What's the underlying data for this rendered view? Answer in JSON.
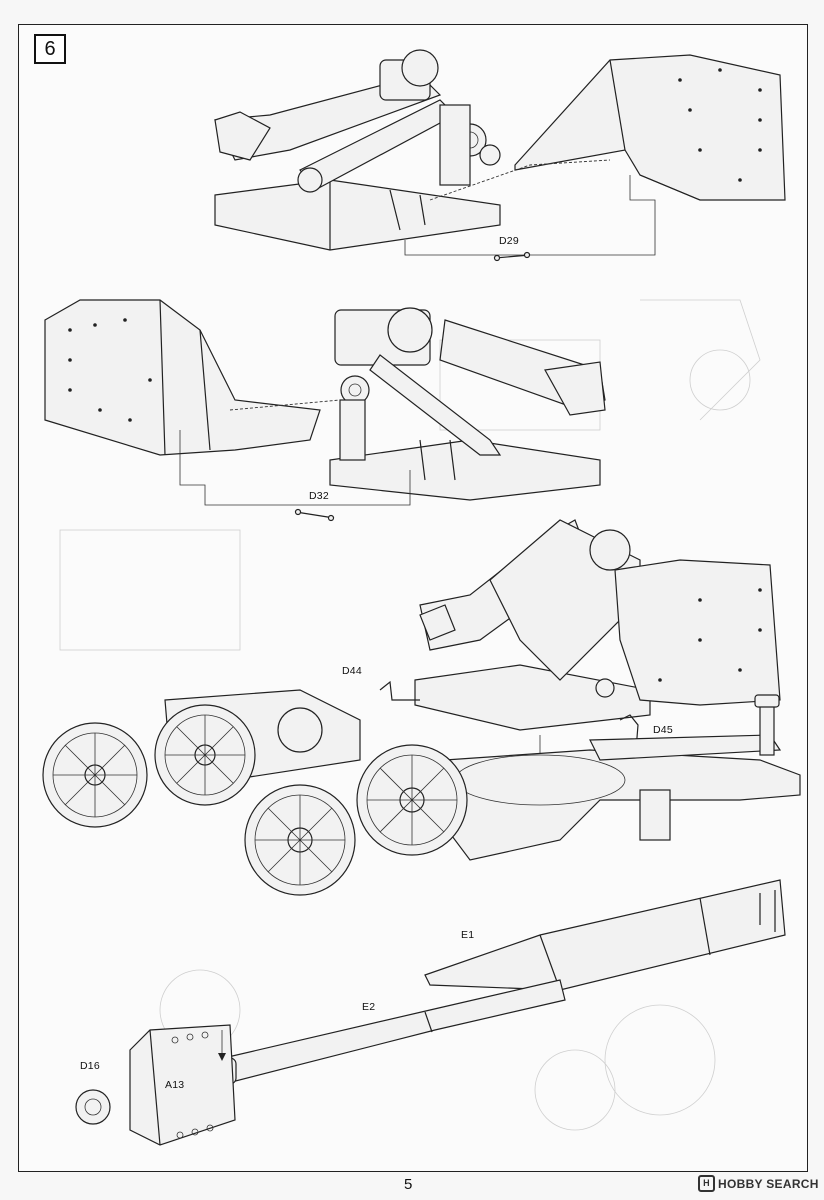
{
  "page": {
    "step_number": "6",
    "page_number": "5",
    "watermark_text": "HOBBY SEARCH",
    "watermark_mark": "H"
  },
  "parts": {
    "d29": "D29",
    "d32": "D32",
    "d44": "D44",
    "d45": "D45",
    "e1": "E1",
    "e2": "E2",
    "a13": "A13",
    "d16": "D16"
  },
  "colors": {
    "line": "#222222",
    "paper": "#fbfbfb",
    "ghost": "#cfcfcf"
  }
}
